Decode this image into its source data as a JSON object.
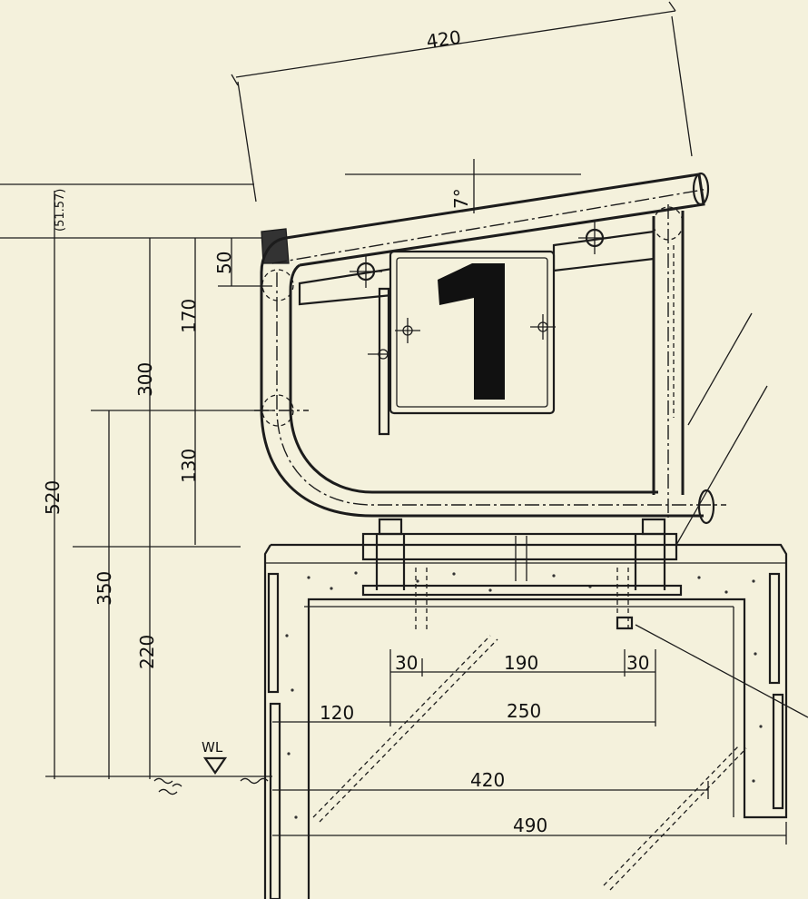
{
  "plate_number": "1",
  "dimensions": {
    "top_width": "420",
    "angle": "7°",
    "offset": "(51.57)",
    "d50": "50",
    "d170": "170",
    "d300": "300",
    "d130": "130",
    "d520": "520",
    "d350": "350",
    "d220": "220",
    "d30_left": "30",
    "d190": "190",
    "d30_right": "30",
    "d120": "120",
    "d250": "250",
    "d420_bottom": "420",
    "d490": "490"
  },
  "water_level_label": "WL",
  "colors": {
    "paper": "#f4f1dc",
    "ink": "#1c1c1c"
  }
}
